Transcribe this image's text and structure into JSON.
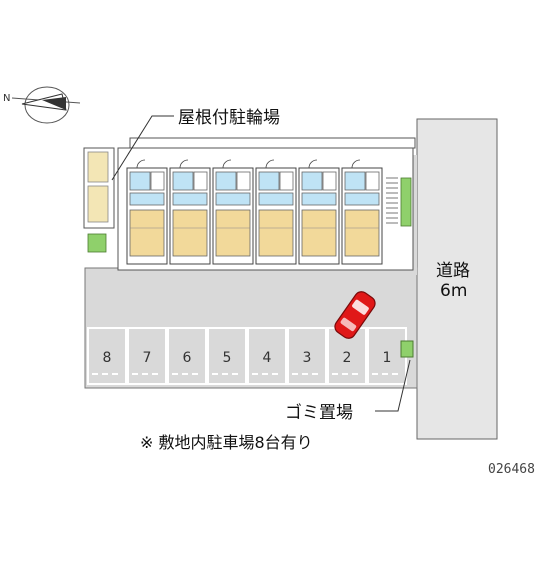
{
  "labels": {
    "bicycle_parking": "屋根付駐輪場",
    "road_name": "道路",
    "road_width": "6m",
    "garbage": "ゴミ置場",
    "note": "※ 敷地内駐車場8台有り",
    "code": "026468"
  },
  "compass_letter": "N",
  "parking_spaces": [
    "8",
    "7",
    "6",
    "5",
    "4",
    "3",
    "2",
    "1"
  ],
  "colors": {
    "ground": "#d9d9d9",
    "road": "#e6e6e6",
    "car": "#e01818",
    "room": "#f2d99a",
    "bath": "#bfe3f5",
    "green": "#8fd06b"
  }
}
